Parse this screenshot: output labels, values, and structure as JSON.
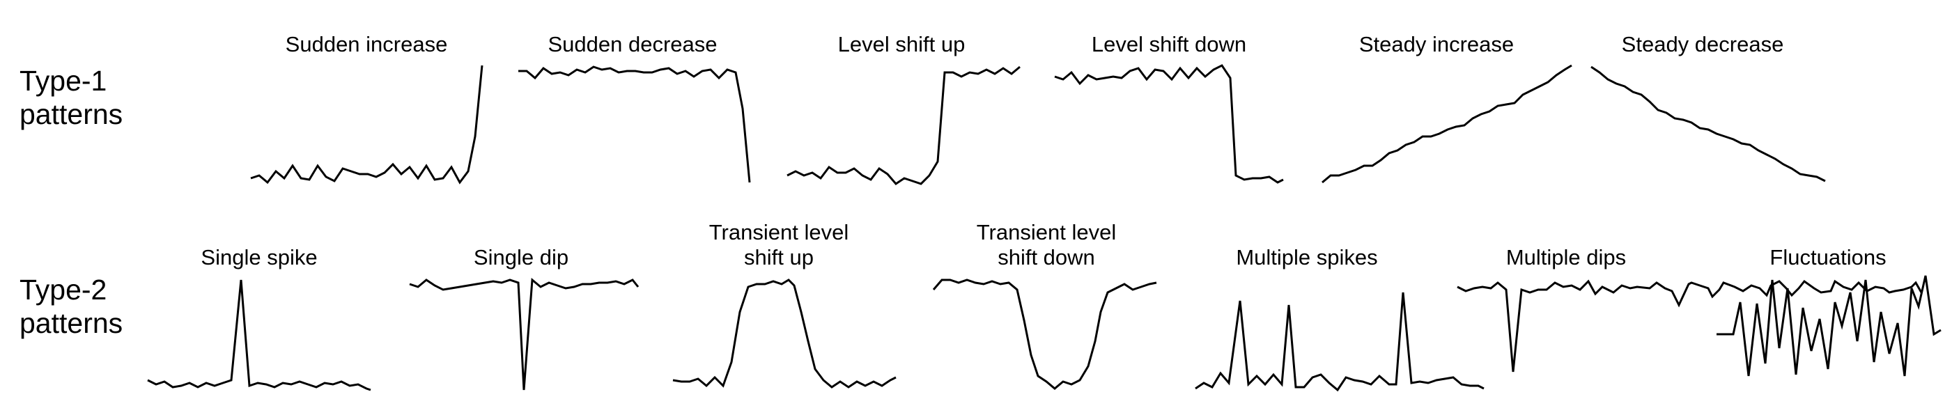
{
  "rows": [
    {
      "label_line1": "Type-1",
      "label_line2": "patterns",
      "patterns": [
        {
          "title_line1": "Sudden increase",
          "title_line2": ""
        },
        {
          "title_line1": "Sudden decrease",
          "title_line2": ""
        },
        {
          "title_line1": "Level shift up",
          "title_line2": ""
        },
        {
          "title_line1": "Level shift down",
          "title_line2": ""
        },
        {
          "title_line1": "Steady increase",
          "title_line2": ""
        },
        {
          "title_line1": "Steady decrease",
          "title_line2": ""
        }
      ]
    },
    {
      "label_line1": "Type-2",
      "label_line2": "patterns",
      "patterns": [
        {
          "title_line1": "Single spike",
          "title_line2": ""
        },
        {
          "title_line1": "Single dip",
          "title_line2": ""
        },
        {
          "title_line1": "Transient level",
          "title_line2": "shift up"
        },
        {
          "title_line1": "Transient level",
          "title_line2": "shift down"
        },
        {
          "title_line1": "Multiple spikes",
          "title_line2": ""
        },
        {
          "title_line1": "Multiple dips",
          "title_line2": ""
        },
        {
          "title_line1": "Fluctuations",
          "title_line2": ""
        }
      ]
    }
  ],
  "line_color": "#000000"
}
